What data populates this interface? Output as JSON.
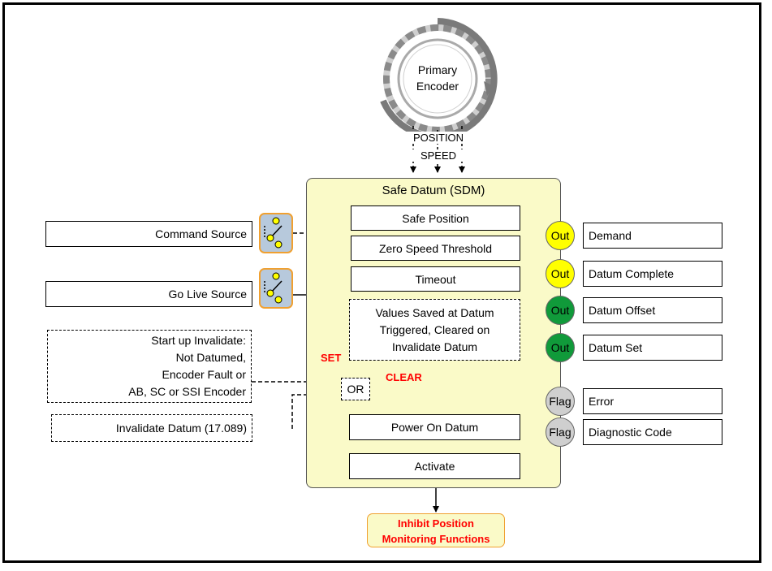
{
  "encoder": {
    "line1": "Primary",
    "line2": "Encoder"
  },
  "encoder_outputs": {
    "position": "POSITION",
    "speed": "SPEED"
  },
  "sdm": {
    "title": "Safe Datum (SDM)",
    "blocks": {
      "safe_position": "Safe Position",
      "zero_speed_threshold": "Zero Speed Threshold",
      "timeout": "Timeout",
      "values_saved": [
        "Values Saved at Datum",
        "Triggered, Cleared on",
        "Invalidate Datum"
      ],
      "power_on_datum": "Power On Datum",
      "activate": "Activate"
    }
  },
  "inputs": {
    "command_source": "Command Source",
    "go_live_source": "Go Live Source",
    "startup_invalidate": [
      "Start up Invalidate:",
      "Not Datumed,",
      "Encoder Fault or",
      "AB, SC or SSI Encoder"
    ],
    "invalidate_datum": "Invalidate Datum (17.089)"
  },
  "logic": {
    "set_label": "SET",
    "clear_label": "CLEAR",
    "or_gate": "OR"
  },
  "outputs": [
    {
      "badge": "Out",
      "label": "Demand",
      "color": "yellow"
    },
    {
      "badge": "Out",
      "label": "Datum Complete",
      "color": "yellow"
    },
    {
      "badge": "Out",
      "label": "Datum Offset",
      "color": "green"
    },
    {
      "badge": "Out",
      "label": "Datum Set",
      "color": "green"
    },
    {
      "badge": "Flag",
      "label": "Error",
      "color": "gray"
    },
    {
      "badge": "Flag",
      "label": "Diagnostic Code",
      "color": "gray"
    }
  ],
  "inhibit": [
    "Inhibit Position",
    "Monitoring Functions"
  ],
  "colors": {
    "sdm_fill": "#fafac8",
    "yellow_badge": "#ffff00",
    "green_badge": "#109a3a",
    "gray_badge": "#cfcfcf",
    "switch_fill": "#b7c9dc",
    "switch_border": "#f0a030",
    "alert_text": "#ff0000"
  }
}
